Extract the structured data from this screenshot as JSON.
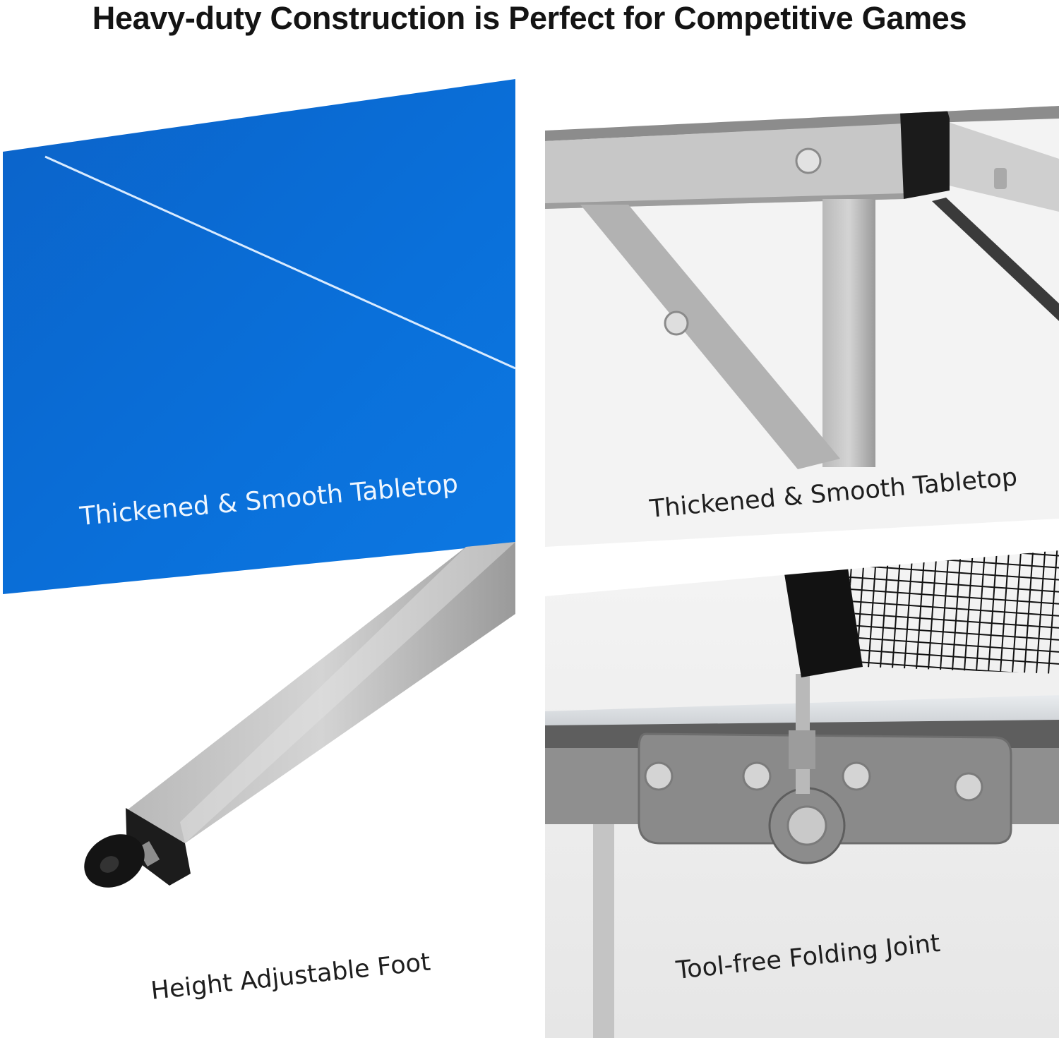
{
  "headline": "Heavy-duty Construction is Perfect for Competitive Games",
  "panels": {
    "tabletop": {
      "caption": "Thickened & Smooth Tabletop",
      "surface_color": "#0a6fd6"
    },
    "frame": {
      "caption": "Thickened & Smooth Tabletop"
    },
    "foot": {
      "caption": "Height Adjustable Foot"
    },
    "joint": {
      "caption": "Tool-free Folding Joint"
    }
  }
}
